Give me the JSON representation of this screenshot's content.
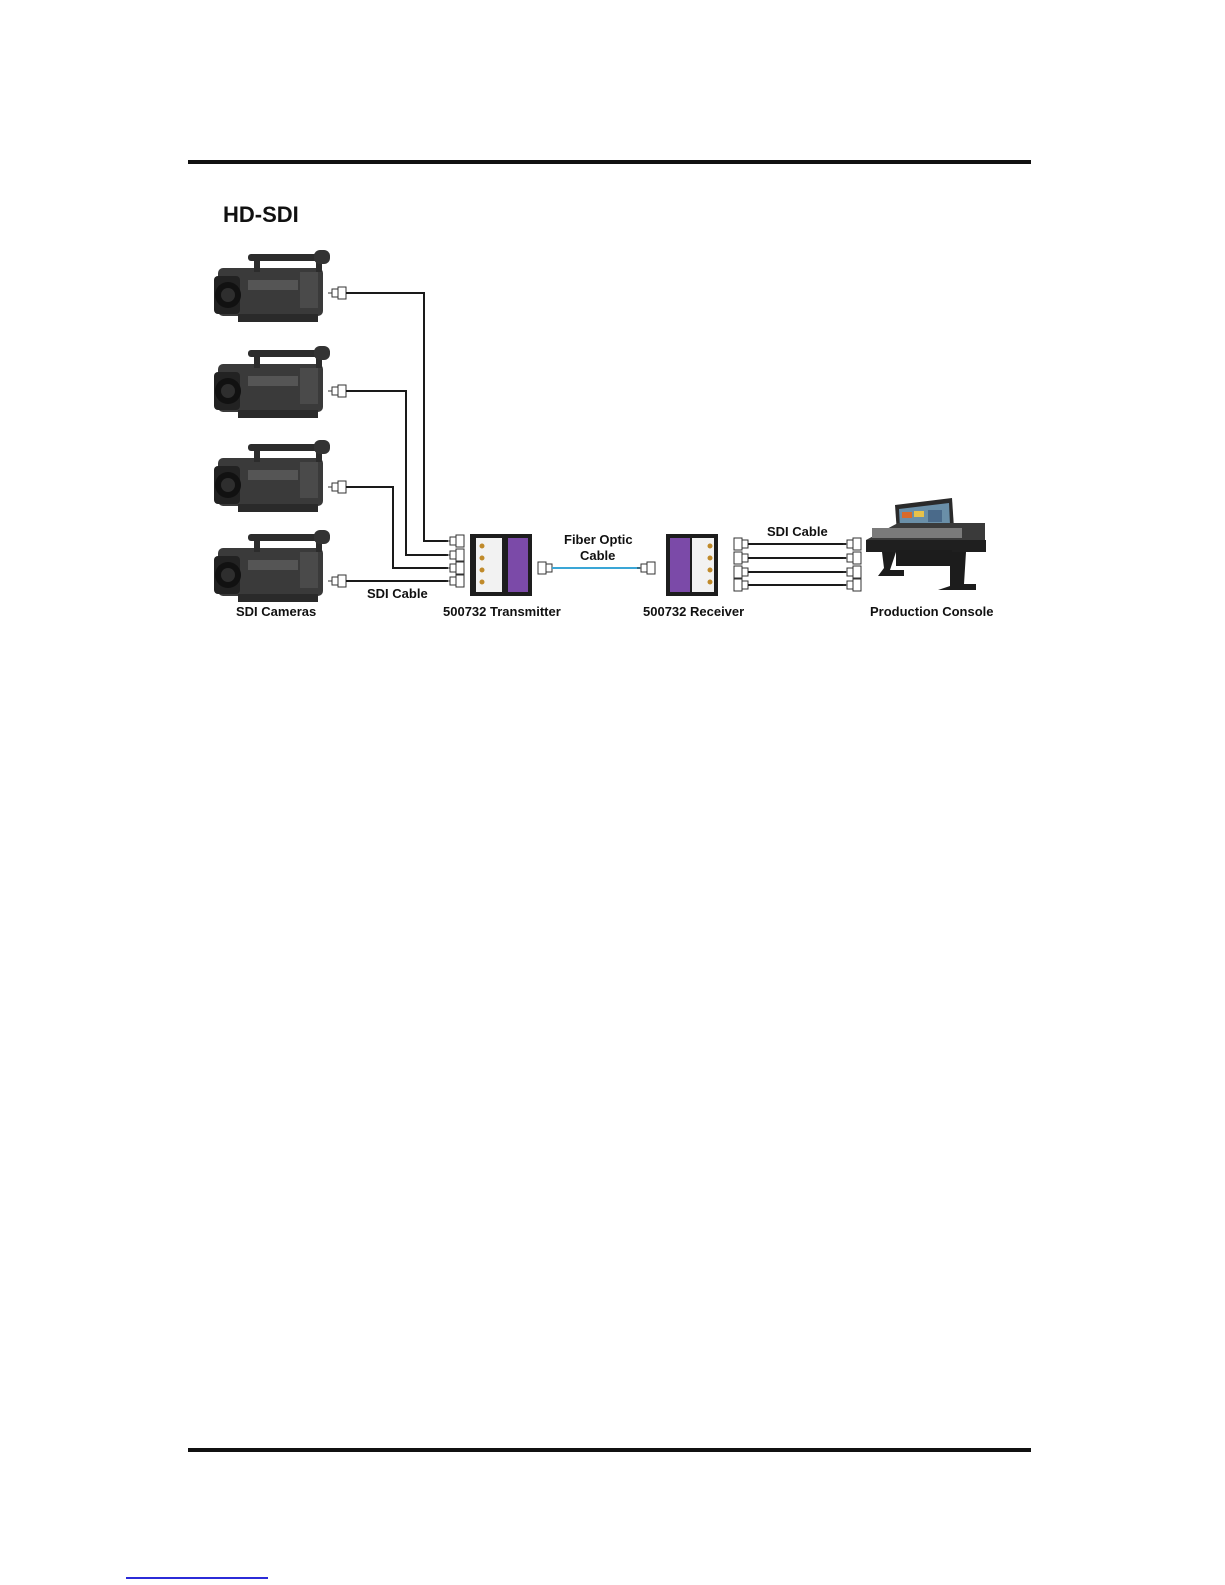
{
  "title": "HD-SDI",
  "labels": {
    "cameras": "SDI Cameras",
    "sdi_cable_left": "SDI Cable",
    "transmitter": "500732 Transmitter",
    "fiber_line1": "Fiber Optic",
    "fiber_line2": "Cable",
    "receiver": "500732 Receiver",
    "sdi_cable_right": "SDI Cable",
    "console": "Production Console"
  },
  "colors": {
    "rule": "#111111",
    "cable": "#1a1a1a",
    "fiber": "#3aa6d6",
    "device_purple": "#7b4aa8",
    "camera_body": "#3a3a3a",
    "link_blue": "#2b2bd8"
  },
  "icons": [
    "camera-icon",
    "bnc-connector-icon",
    "transmitter-icon",
    "receiver-icon",
    "production-console-icon"
  ]
}
